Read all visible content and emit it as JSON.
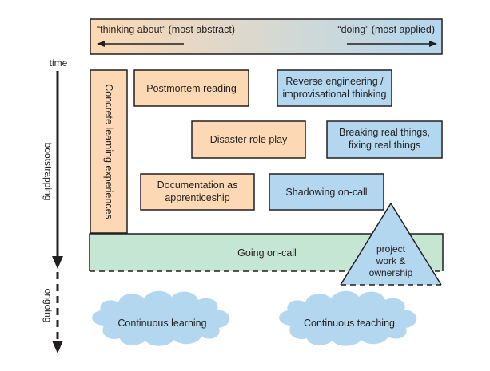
{
  "top_banner": {
    "left_text": "“thinking about” (most abstract)",
    "right_text": "“doing” (most applied)",
    "gradient_left": "#fcd9b4",
    "gradient_right": "#b3d7ee"
  },
  "axis": {
    "time_label": "time",
    "bootstrapping_label": "bootstrapping",
    "ongoing_label": "ongoing"
  },
  "vertical_box": {
    "label": "Concrete learning experiences"
  },
  "boxes": {
    "postmortem": [
      "Postmortem reading"
    ],
    "reverse_engineering": [
      "Reverse engineering /",
      "improvisational thinking"
    ],
    "disaster": [
      "Disaster role play"
    ],
    "breaking": [
      "Breaking real things,",
      "fixing real things"
    ],
    "documentation": [
      "Documentation as",
      "apprenticeship"
    ],
    "shadowing": [
      "Shadowing on-call"
    ]
  },
  "going_oncall": {
    "label": "Going on-call"
  },
  "triangle": {
    "lines": [
      "project",
      "work &",
      "ownership"
    ]
  },
  "clouds": {
    "learning": "Continuous learning",
    "teaching": "Continuous teaching"
  },
  "colors": {
    "orange_fill": "#fcd9b4",
    "blue_fill": "#b3d7ee",
    "green_fill": "#c5e6d3",
    "cloud_fill": "#b3d7ee",
    "stroke": "#231f20"
  }
}
